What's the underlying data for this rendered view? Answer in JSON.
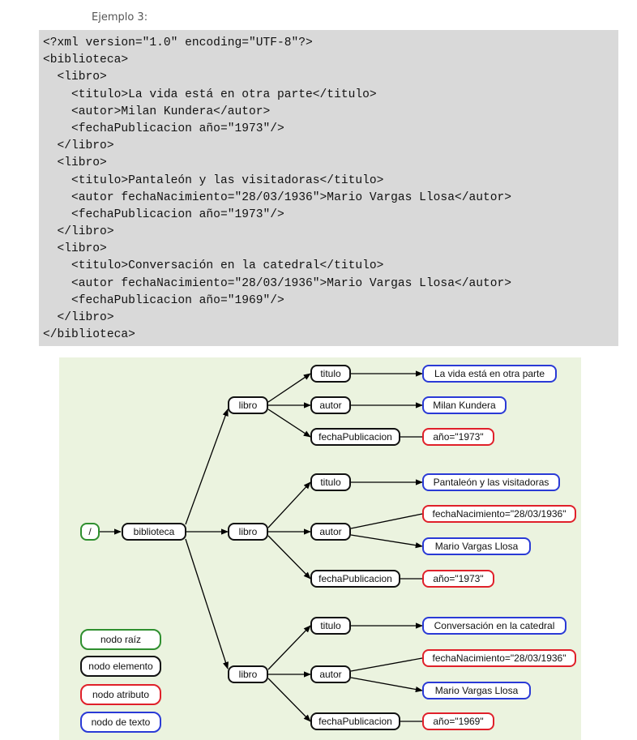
{
  "caption": "Ejemplo 3:",
  "code_lines": [
    "<?xml version=\"1.0\" encoding=\"UTF-8\"?>",
    "<biblioteca>",
    "  <libro>",
    "    <titulo>La vida está en otra parte</titulo>",
    "    <autor>Milan Kundera</autor>",
    "    <fechaPublicacion año=\"1973\"/>",
    "  </libro>",
    "  <libro>",
    "    <titulo>Pantaleón y las visitadoras</titulo>",
    "    <autor fechaNacimiento=\"28/03/1936\">Mario Vargas Llosa</autor>",
    "    <fechaPublicacion año=\"1973\"/>",
    "  </libro>",
    "  <libro>",
    "    <titulo>Conversación en la catedral</titulo>",
    "    <autor fechaNacimiento=\"28/03/1936\">Mario Vargas Llosa</autor>",
    "    <fechaPublicacion año=\"1969\"/>",
    "  </libro>",
    "</biblioteca>"
  ],
  "tree": {
    "root": "/",
    "biblioteca": "biblioteca",
    "libros": [
      {
        "label": "libro",
        "titulo": "titulo",
        "titulo_text": "La vida está en otra parte",
        "autor": "autor",
        "autor_text": "Milan Kundera",
        "fecha": "fechaPublicacion",
        "fecha_attr": "año=\"1973\""
      },
      {
        "label": "libro",
        "titulo": "titulo",
        "titulo_text": "Pantaleón y las visitadoras",
        "autor": "autor",
        "autor_attr": "fechaNacimiento=\"28/03/1936\"",
        "autor_text": "Mario Vargas Llosa",
        "fecha": "fechaPublicacion",
        "fecha_attr": "año=\"1973\""
      },
      {
        "label": "libro",
        "titulo": "titulo",
        "titulo_text": "Conversación en la catedral",
        "autor": "autor",
        "autor_attr": "fechaNacimiento=\"28/03/1936\"",
        "autor_text": "Mario Vargas Llosa",
        "fecha": "fechaPublicacion",
        "fecha_attr": "año=\"1969\""
      }
    ]
  },
  "legend": {
    "root": "nodo raíz",
    "element": "nodo elemento",
    "attribute": "nodo atributo",
    "text": "nodo de texto"
  },
  "colors": {
    "root": "#2f8f2f",
    "element": "#111111",
    "attribute": "#e0202a",
    "text": "#2a3ad6",
    "tree_background": "#ebf3df",
    "code_background": "#d9d9d9"
  }
}
